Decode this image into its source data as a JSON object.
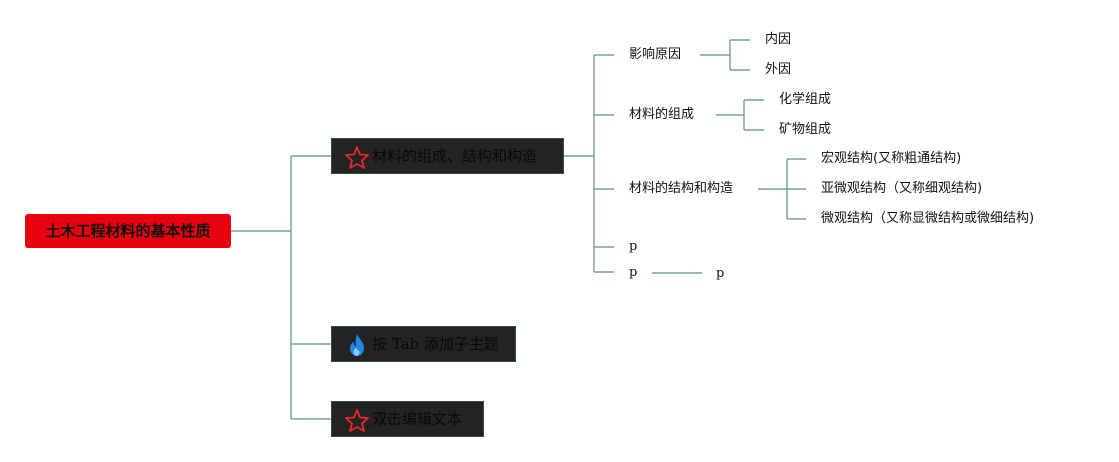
{
  "root": {
    "label": "土木工程材料的基本性质"
  },
  "topics": [
    {
      "label": "材料的组成、结构和构造",
      "icon": "star-outline-icon"
    },
    {
      "label": "按 Tab 添加子主题",
      "icon": "flame-icon"
    },
    {
      "label": "双击编辑文本",
      "icon": "star-outline-icon"
    }
  ],
  "branch1": [
    {
      "label": "影响原因",
      "children": [
        "内因",
        "外因"
      ]
    },
    {
      "label": "材料的组成",
      "children": [
        "化学组成",
        "矿物组成"
      ]
    },
    {
      "label": "材料的结构和构造",
      "children": [
        "宏观结构(又称粗通结构)",
        "亚微观结构（又称细观结构)",
        "微观结构（又称显微结构或微细结构)"
      ]
    },
    {
      "label": "p",
      "children": []
    },
    {
      "label": "p",
      "children": [
        "p"
      ]
    }
  ],
  "colors": {
    "connector": "#5e8f80",
    "root_bg": "#e8000f",
    "topic_bg": "#232323",
    "star": "#e32b2b",
    "flame": "#1e88e5"
  }
}
